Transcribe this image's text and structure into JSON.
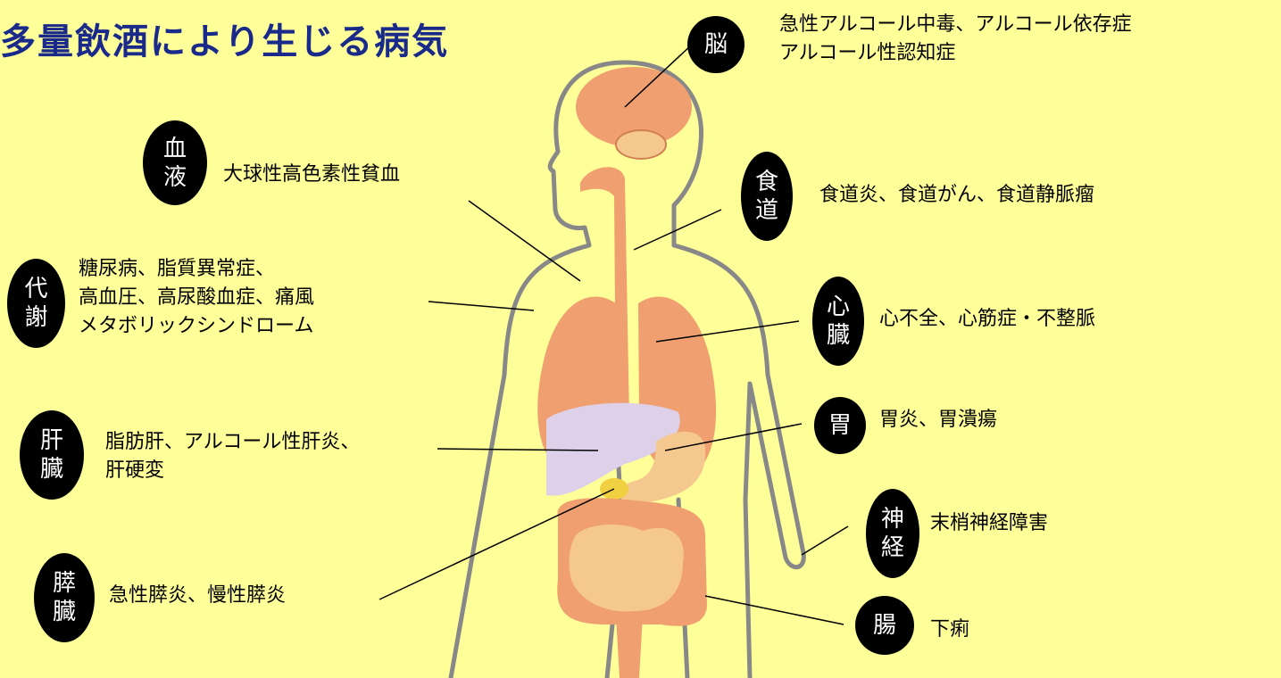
{
  "title": "多量飲酒により生じる病気",
  "colors": {
    "background": "#ffff99",
    "title": "#1a2a8a",
    "organ": "#f0a070",
    "liver": "#ddd0e8",
    "stomach": "#f5c890",
    "intestine": "#f5c890",
    "outline": "#888888"
  },
  "organs": {
    "brain": {
      "badge": [
        "脳"
      ],
      "lines": [
        "急性アルコール中毒、アルコール依存症",
        "アルコール性認知症"
      ]
    },
    "blood": {
      "badge": [
        "血",
        "液"
      ],
      "lines": [
        "大球性高色素性貧血"
      ]
    },
    "esophagus": {
      "badge": [
        "食",
        "道"
      ],
      "lines": [
        "食道炎、食道がん、食道静脈瘤"
      ]
    },
    "metabolism": {
      "badge": [
        "代",
        "謝"
      ],
      "lines": [
        "糖尿病、脂質異常症、",
        "高血圧、高尿酸血症、痛風",
        "メタボリックシンドローム"
      ]
    },
    "heart": {
      "badge": [
        "心",
        "臓"
      ],
      "lines": [
        "心不全、心筋症・不整脈"
      ]
    },
    "liver": {
      "badge": [
        "肝",
        "臓"
      ],
      "lines": [
        "脂肪肝、アルコール性肝炎、",
        "肝硬変"
      ]
    },
    "stomach": {
      "badge": [
        "胃"
      ],
      "lines": [
        "胃炎、胃潰瘍"
      ]
    },
    "nerve": {
      "badge": [
        "神",
        "経"
      ],
      "lines": [
        "末梢神経障害"
      ]
    },
    "pancreas": {
      "badge": [
        "膵",
        "臓"
      ],
      "lines": [
        "急性膵炎、慢性膵炎"
      ]
    },
    "intestine": {
      "badge": [
        "腸"
      ],
      "lines": [
        "下痢"
      ]
    }
  }
}
